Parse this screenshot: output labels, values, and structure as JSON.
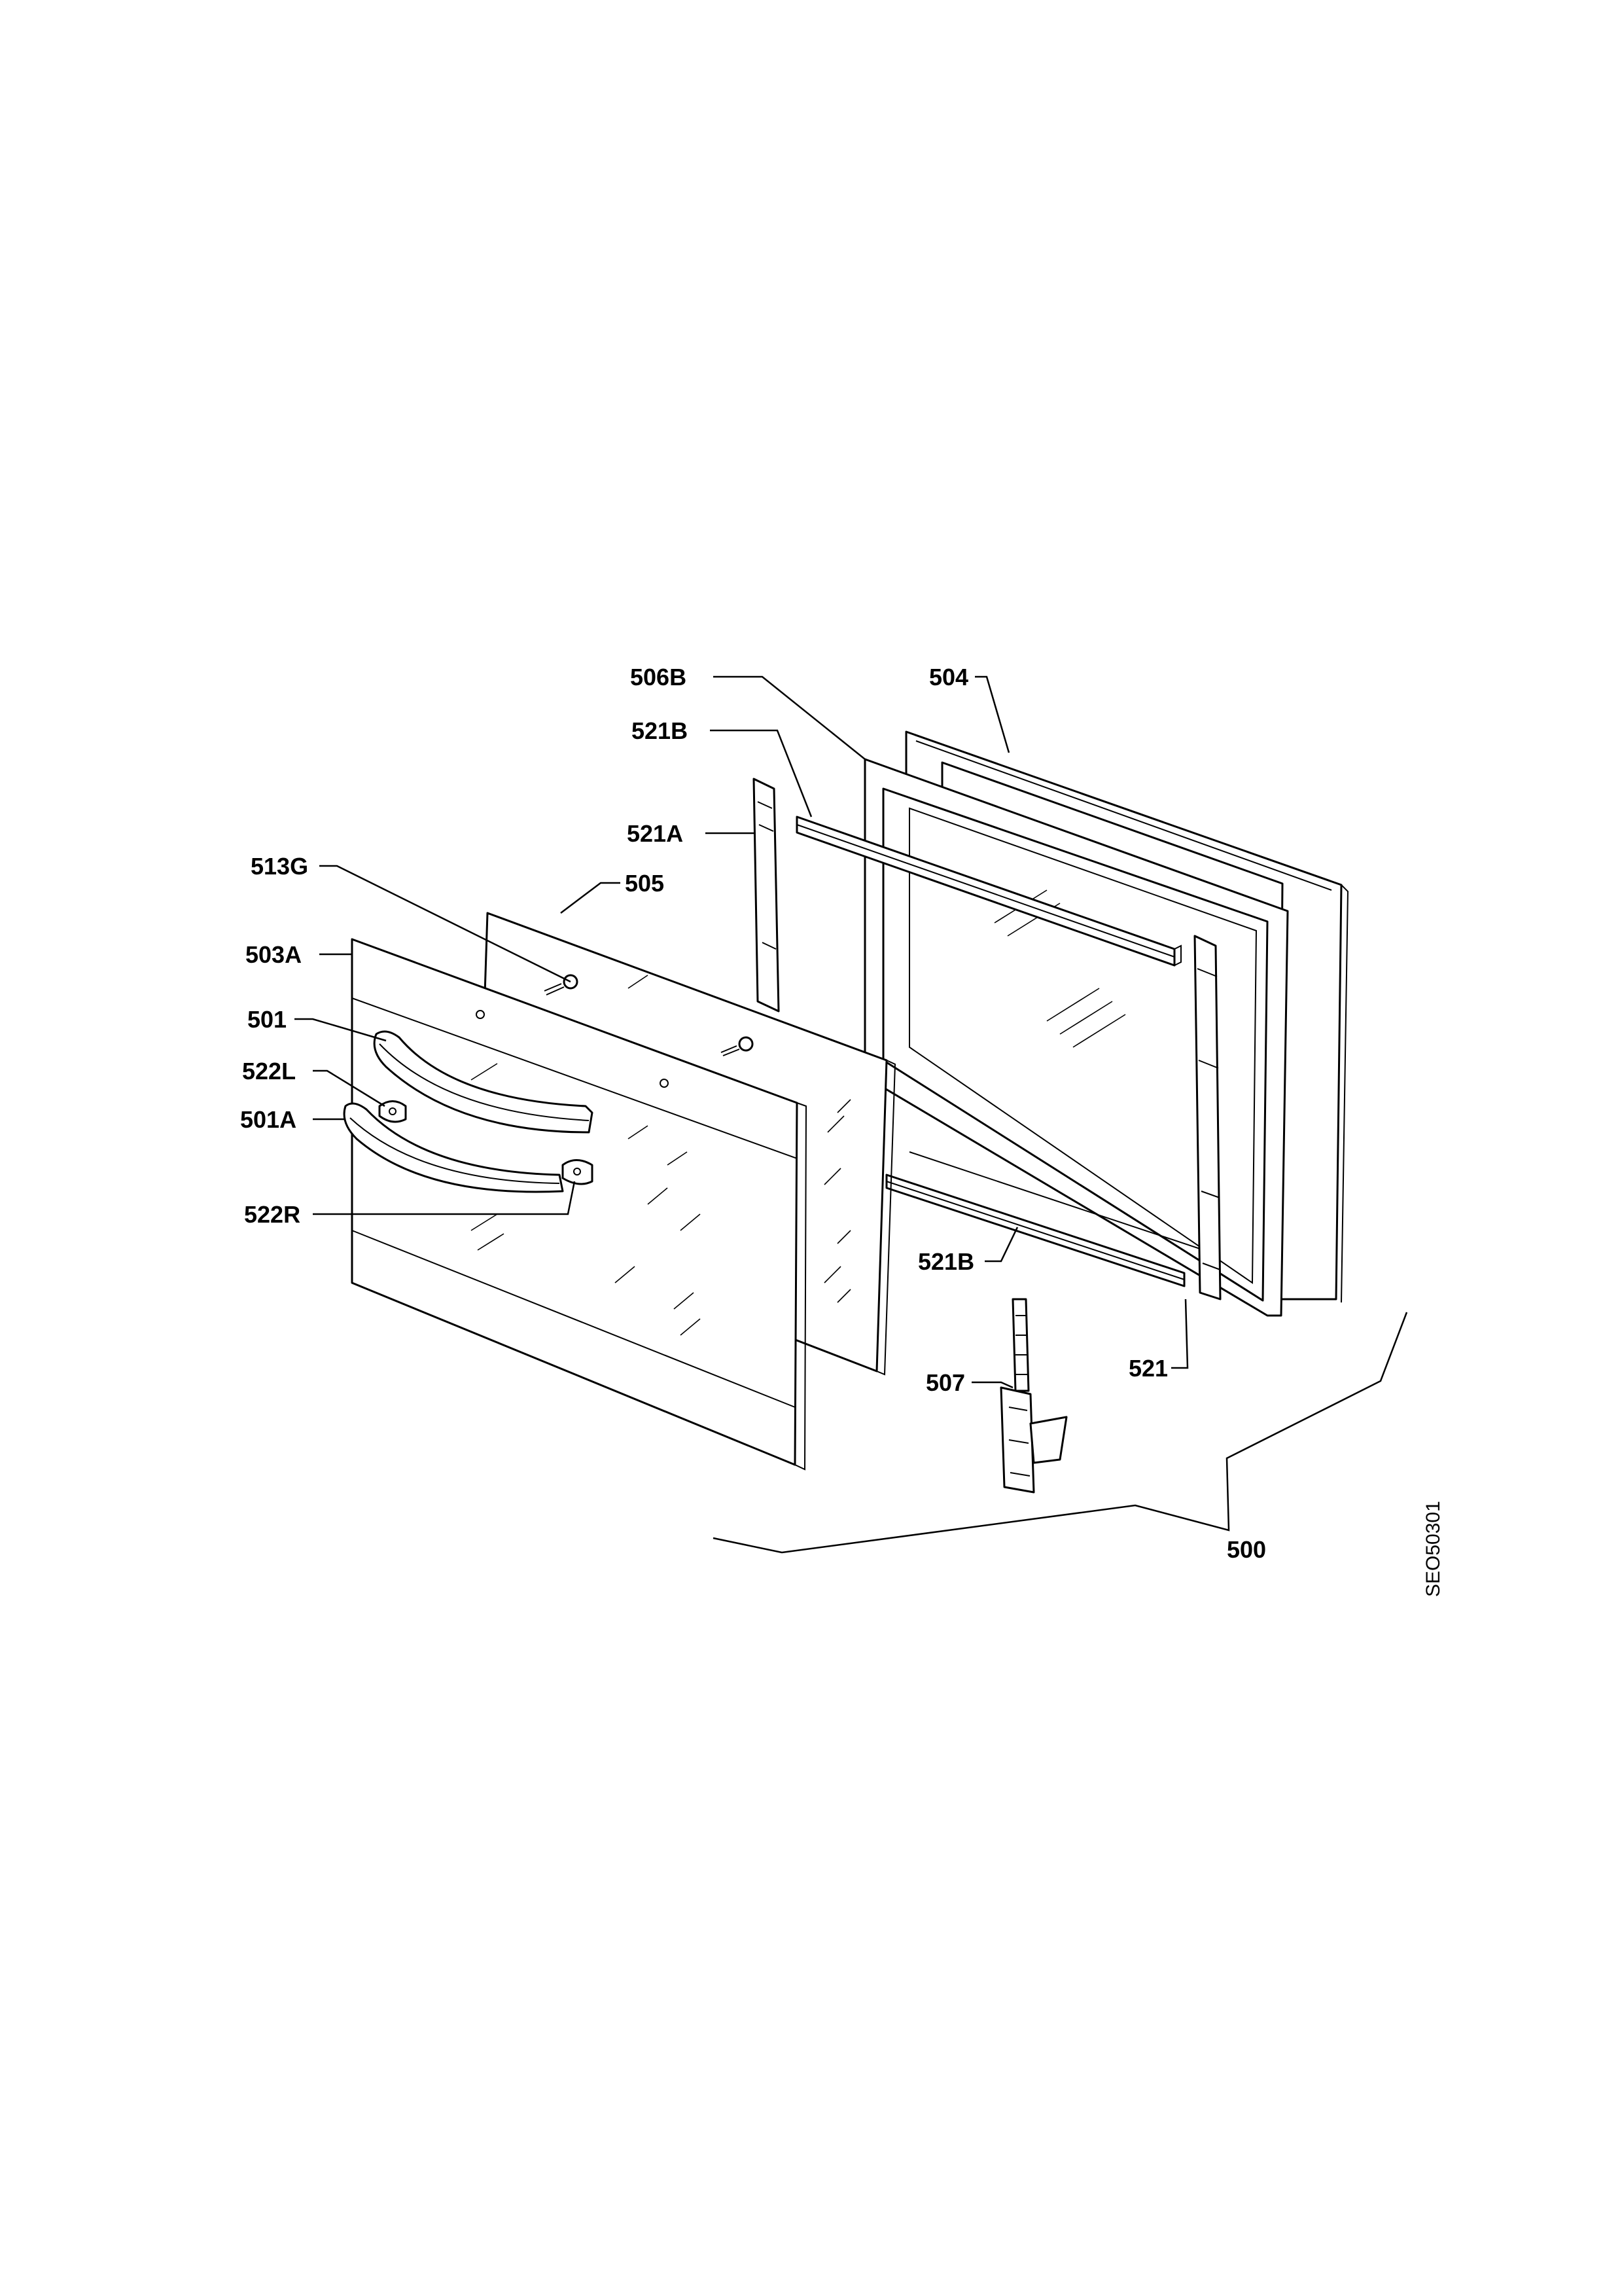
{
  "diagram": {
    "document_id": "SEO50301",
    "callouts": {
      "c506B": "506B",
      "c504": "504",
      "c521B_top": "521B",
      "c521A": "521A",
      "c513G": "513G",
      "c505": "505",
      "c503A": "503A",
      "c501": "501",
      "c522L": "522L",
      "c501A": "501A",
      "c522R": "522R",
      "c521B_bottom": "521B",
      "c521": "521",
      "c507": "507",
      "c500": "500"
    }
  }
}
